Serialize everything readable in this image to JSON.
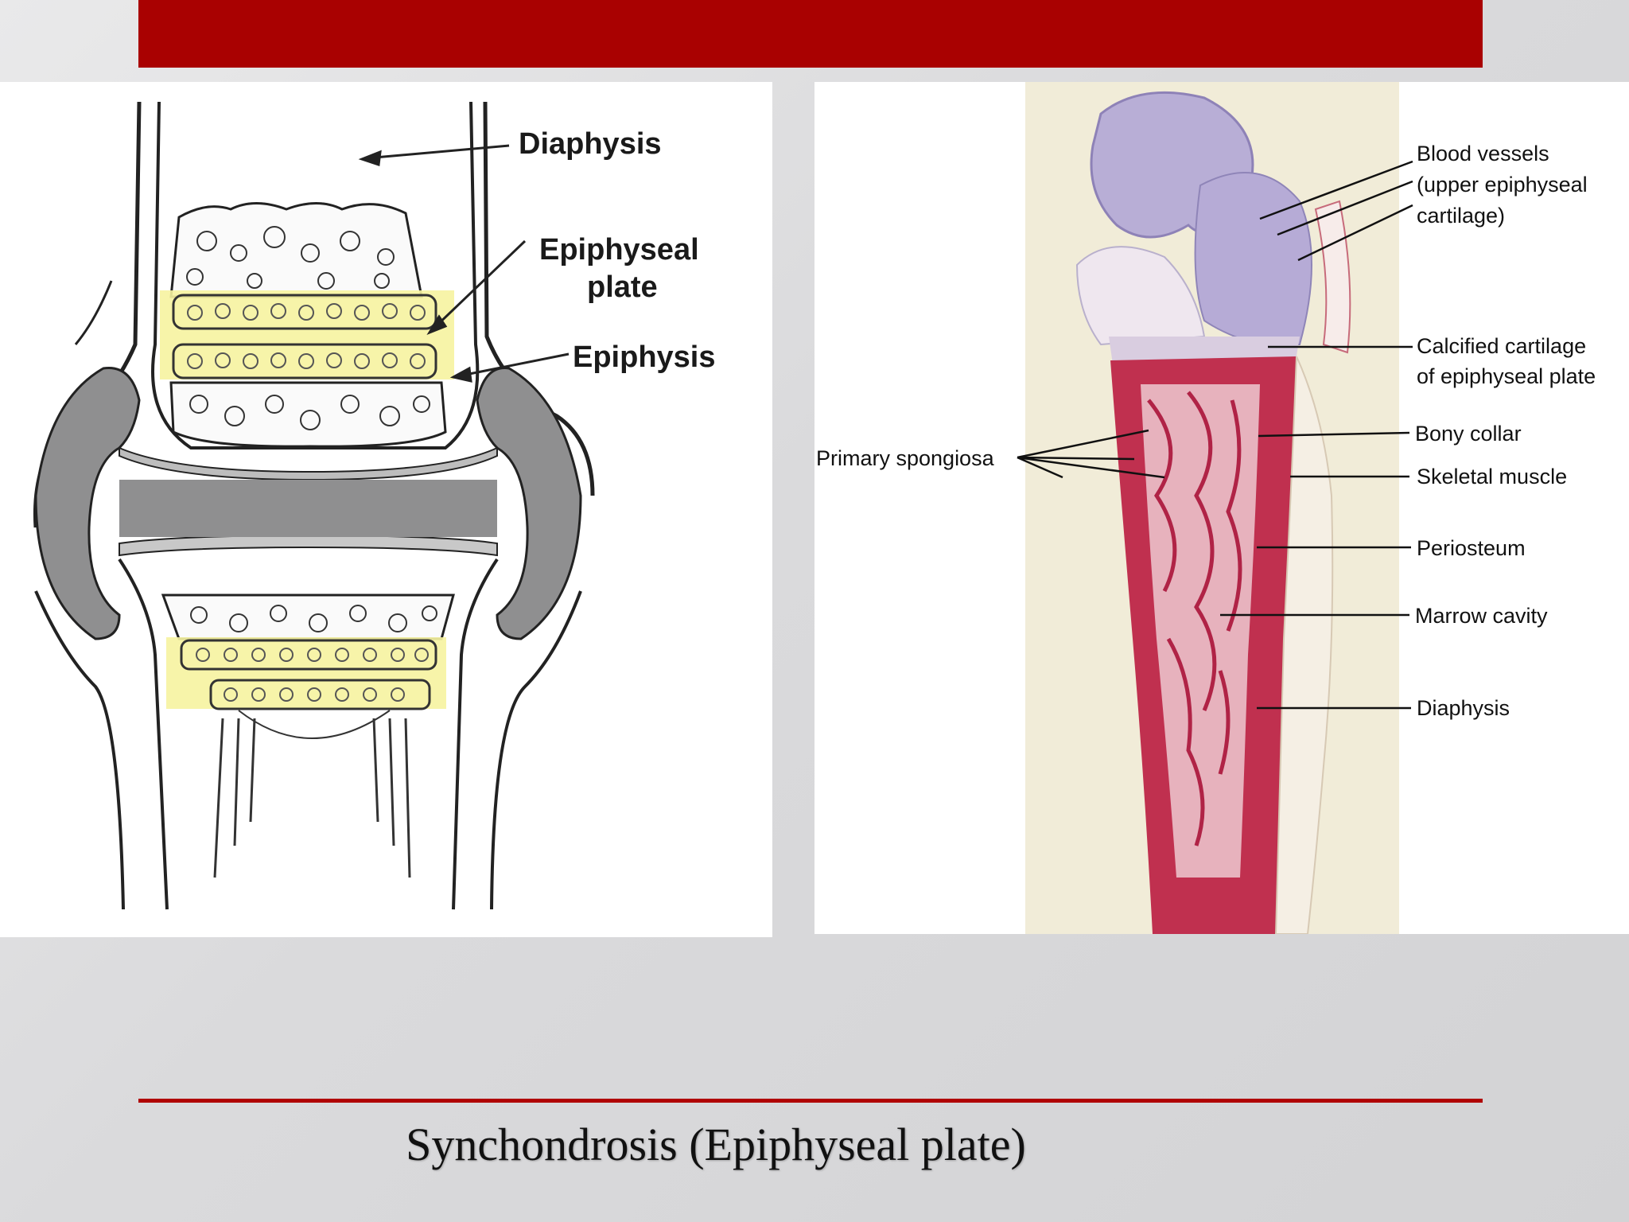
{
  "slide": {
    "caption": "Synchondrosis (Epiphyseal plate)",
    "accent_color": "#a90101"
  },
  "left_diagram": {
    "labels": {
      "diaphysis": "Diaphysis",
      "epiphyseal_plate_line1": "Epiphyseal",
      "epiphyseal_plate_line2": "plate",
      "epiphysis": "Epiphysis"
    },
    "highlight_color": "#f6f3a0",
    "cartilage_color": "#8f8f90"
  },
  "right_micrograph": {
    "labels": {
      "blood_vessels_line1": "Blood vessels",
      "blood_vessels_line2": "(upper epiphyseal",
      "blood_vessels_line3": "cartilage)",
      "calcified_line1": "Calcified cartilage",
      "calcified_line2": "of epiphyseal plate",
      "bony_collar": "Bony collar",
      "skeletal_muscle": "Skeletal muscle",
      "periosteum": "Periosteum",
      "marrow_cavity": "Marrow cavity",
      "diaphysis": "Diaphysis",
      "primary_spongiosa": "Primary spongiosa"
    },
    "stain_color": "#c0304f",
    "cartilage_stain_color": "#a89ccb"
  }
}
